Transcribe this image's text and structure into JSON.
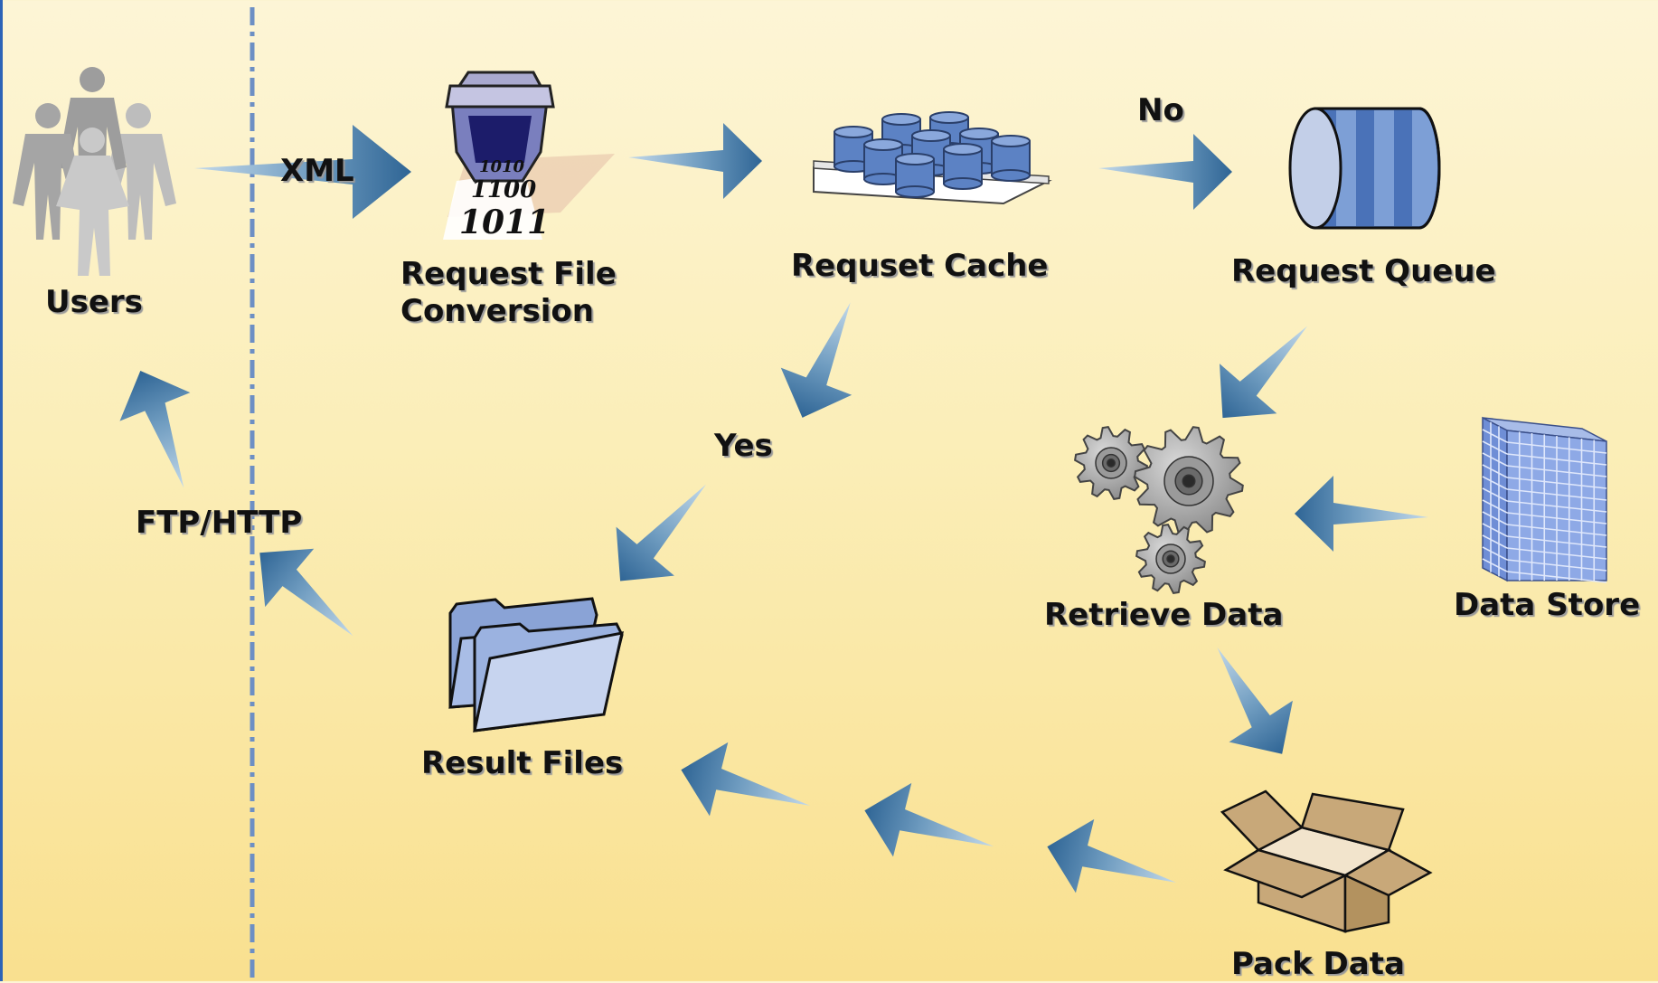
{
  "diagram": {
    "nodes": {
      "users": {
        "label": "Users",
        "icon": "users-group-icon"
      },
      "request_file_conversion": {
        "label_line1": "Request File",
        "label_line2": "Conversion",
        "icon": "binary-conversion-icon",
        "icon_text": [
          "1010",
          "1100",
          "1011"
        ]
      },
      "request_cache": {
        "label": "Requset Cache",
        "icon": "database-cache-icon"
      },
      "request_queue": {
        "label": "Request Queue",
        "icon": "queue-cylinder-icon"
      },
      "retrieve_data": {
        "label": "Retrieve Data",
        "icon": "gears-icon"
      },
      "data_store": {
        "label": "Data Store",
        "icon": "building-icon"
      },
      "pack_data": {
        "label": "Pack Data",
        "icon": "open-box-icon"
      },
      "result_files": {
        "label": "Result Files",
        "icon": "folders-icon"
      }
    },
    "edge_labels": {
      "xml": "XML",
      "no": "No",
      "yes": "Yes",
      "ftp_http": "FTP/HTTP"
    },
    "colors": {
      "arrow_dark": "#2f6595",
      "arrow_light": "#c3d9ea",
      "divider": "#6d8fc4",
      "label_shadow": "#9a9a9a",
      "background_top": "#fdf5d6",
      "background_bottom": "#f9e08f"
    }
  }
}
